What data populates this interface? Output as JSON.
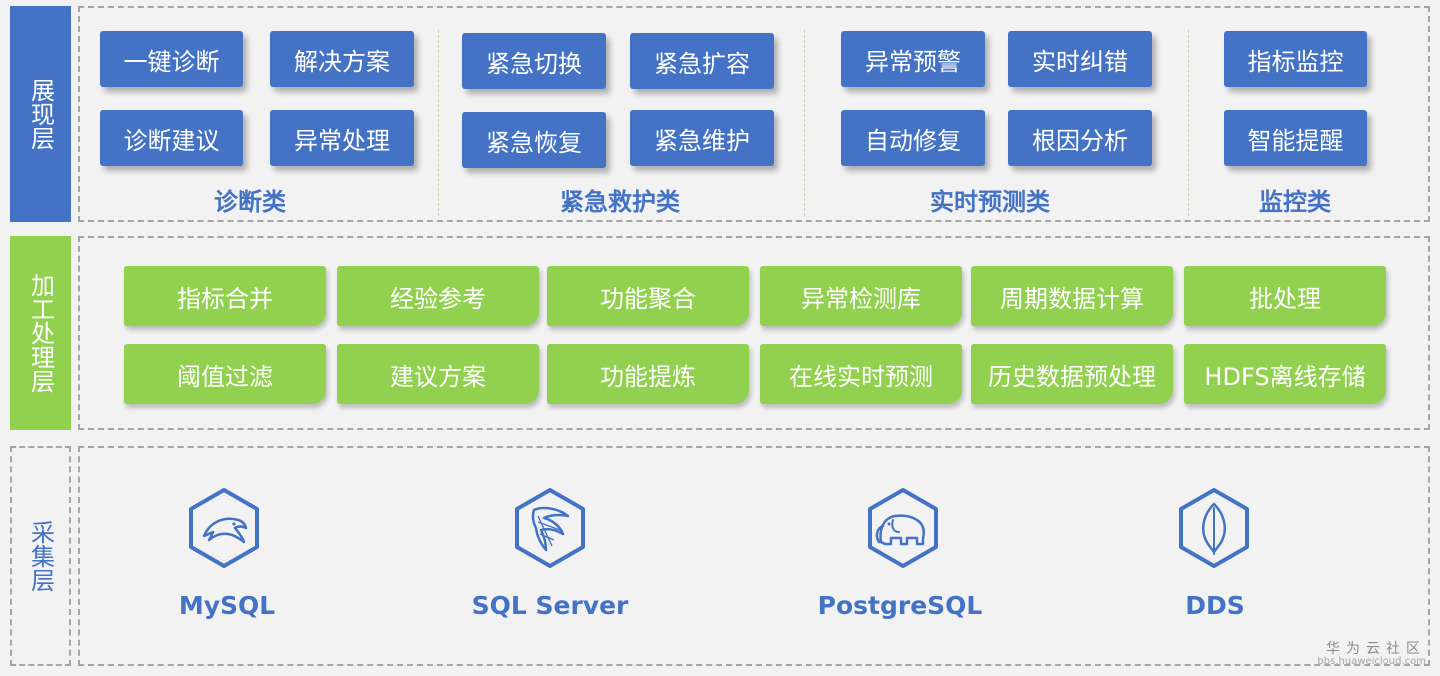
{
  "layers": {
    "presentation": "展现层",
    "processing": "加工处理层",
    "collection": "采集层"
  },
  "presentation": {
    "diagnosis": {
      "title": "诊断类",
      "items": [
        "一键诊断",
        "解决方案",
        "诊断建议",
        "异常处理"
      ]
    },
    "emergency": {
      "title": "紧急救护类",
      "items": [
        "紧急切换",
        "紧急扩容",
        "紧急恢复",
        "紧急维护"
      ]
    },
    "realtime": {
      "title": "实时预测类",
      "items": [
        "异常预警",
        "实时纠错",
        "自动修复",
        "根因分析"
      ]
    },
    "monitor": {
      "title": "监控类",
      "items": [
        "指标监控",
        "智能提醒"
      ]
    }
  },
  "processing": {
    "items": [
      "指标合并",
      "经验参考",
      "功能聚合",
      "异常检测库",
      "周期数据计算",
      "批处理",
      "阈值过滤",
      "建议方案",
      "功能提炼",
      "在线实时预测",
      "历史数据预处理",
      "HDFS离线存储"
    ]
  },
  "collection": {
    "items": [
      {
        "name": "MySQL",
        "icon": "dolphin-icon"
      },
      {
        "name": "SQL Server",
        "icon": "sql-server-icon"
      },
      {
        "name": "PostgreSQL",
        "icon": "elephant-icon"
      },
      {
        "name": "DDS",
        "icon": "leaf-icon"
      }
    ]
  },
  "watermark": {
    "brand": "华为云社区",
    "url": "bbs.huaweicloud.com"
  },
  "colors": {
    "blue": "#4472c4",
    "green": "#92d050",
    "background": "#f2f2f2",
    "dashed_border": "#a6a6a6"
  }
}
